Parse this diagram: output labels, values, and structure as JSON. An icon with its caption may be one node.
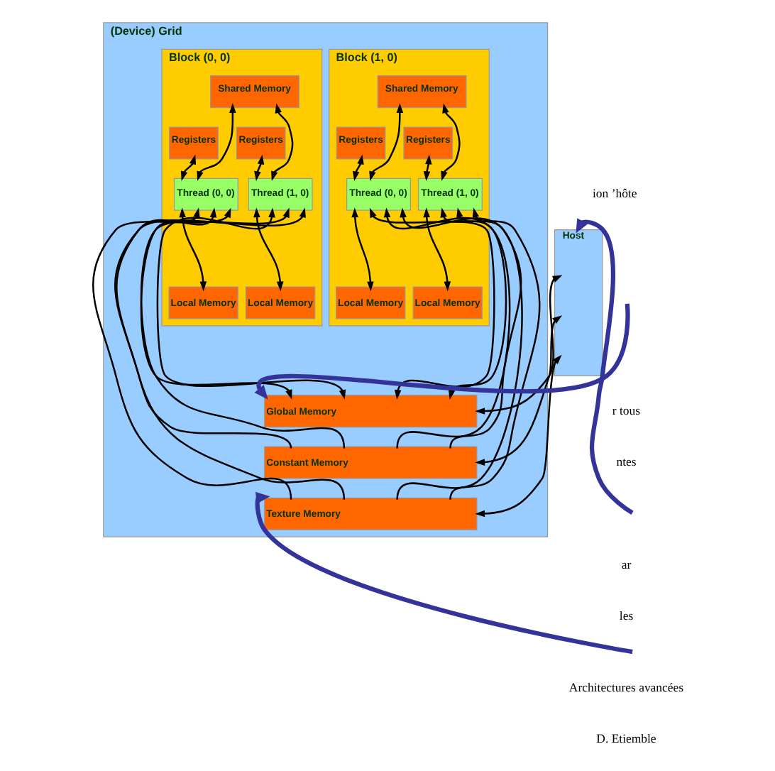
{
  "diagram": {
    "nodes": [
      {
        "text": [
          "(Device) Grid"
        ]
      },
      {
        "text": [
          "Block (0, 0)"
        ],
        "in": 0
      },
      {
        "text": [
          "Shared Memory"
        ],
        "in": 1
      },
      {
        "text": [
          "Registers"
        ],
        "in": 1
      },
      {
        "text": [
          "Registers"
        ],
        "in": 1
      },
      {
        "text": [
          "Thread (0, 0)"
        ],
        "in": 1
      },
      {
        "text": [
          "Thread (1, 0)"
        ],
        "in": 1
      },
      {
        "text": [
          "Local Memory"
        ],
        "in": 1
      },
      {
        "text": [
          "Local Memory"
        ],
        "in": 1
      },
      {
        "text": [
          "Block (1, 0)"
        ],
        "in": 0
      },
      {
        "text": [
          "Shared Memory"
        ],
        "in": 9
      },
      {
        "text": [
          "Registers"
        ],
        "in": 9
      },
      {
        "text": [
          "Registers"
        ],
        "in": 9
      },
      {
        "text": [
          "Thread (0, 0)"
        ],
        "in": 9
      },
      {
        "text": [
          "Thread (1, 0)"
        ],
        "in": 9
      },
      {
        "text": [
          "Local Memory"
        ],
        "in": 9
      },
      {
        "text": [
          "Local Memory"
        ],
        "in": 9
      },
      {
        "text": [
          "Global Memory"
        ],
        "in": 0
      },
      {
        "text": [
          "Constant Memory"
        ],
        "in": 0
      },
      {
        "text": [
          "Texture Memory"
        ],
        "in": 0
      },
      {
        "text": [
          "Host"
        ]
      }
    ],
    "edges": [
      {
        "from": 2,
        "to": 5,
        "arrow": "both"
      },
      {
        "from": 2,
        "to": 6,
        "arrow": "both"
      },
      {
        "from": 3,
        "to": 5,
        "arrow": "both"
      },
      {
        "from": 4,
        "to": 6,
        "arrow": "both"
      },
      {
        "from": 5,
        "to": 7,
        "arrow": "both"
      },
      {
        "from": 6,
        "to": 8,
        "arrow": "both"
      },
      {
        "from": 5,
        "to": 17,
        "arrow": "both"
      },
      {
        "from": 18,
        "to": 5,
        "arrow": "to"
      },
      {
        "from": 19,
        "to": 5,
        "arrow": "to"
      },
      {
        "from": 6,
        "to": 17,
        "arrow": "both"
      },
      {
        "from": 18,
        "to": 6,
        "arrow": "to"
      },
      {
        "from": 19,
        "to": 6,
        "arrow": "to"
      },
      {
        "from": 10,
        "to": 13,
        "arrow": "both"
      },
      {
        "from": 10,
        "to": 14,
        "arrow": "both"
      },
      {
        "from": 11,
        "to": 13,
        "arrow": "both"
      },
      {
        "from": 12,
        "to": 14,
        "arrow": "both"
      },
      {
        "from": 13,
        "to": 15,
        "arrow": "both"
      },
      {
        "from": 14,
        "to": 16,
        "arrow": "both"
      },
      {
        "from": 13,
        "to": 17,
        "arrow": "both"
      },
      {
        "from": 18,
        "to": 13,
        "arrow": "to"
      },
      {
        "from": 19,
        "to": 13,
        "arrow": "to"
      },
      {
        "from": 14,
        "to": 17,
        "arrow": "both"
      },
      {
        "from": 18,
        "to": 14,
        "arrow": "to"
      },
      {
        "from": 19,
        "to": 14,
        "arrow": "to"
      },
      {
        "from": 20,
        "to": 17,
        "arrow": "both"
      },
      {
        "from": 20,
        "to": 18,
        "arrow": "both"
      },
      {
        "from": 20,
        "to": 19,
        "arrow": "both"
      },
      {
        "from": null,
        "to": 17,
        "arrow": "to",
        "style": "thick",
        "color": "#333399"
      },
      {
        "from": null,
        "to": 20,
        "arrow": "to",
        "style": "thick",
        "color": "#333399"
      },
      {
        "from": null,
        "to": 19,
        "arrow": "to",
        "style": "thick",
        "color": "#333399"
      }
    ],
    "labels": [
      "ion ’hôte",
      "r tous",
      "ntes",
      "ar",
      "les",
      "Architectures avancées",
      "D. Etiemble"
    ]
  }
}
